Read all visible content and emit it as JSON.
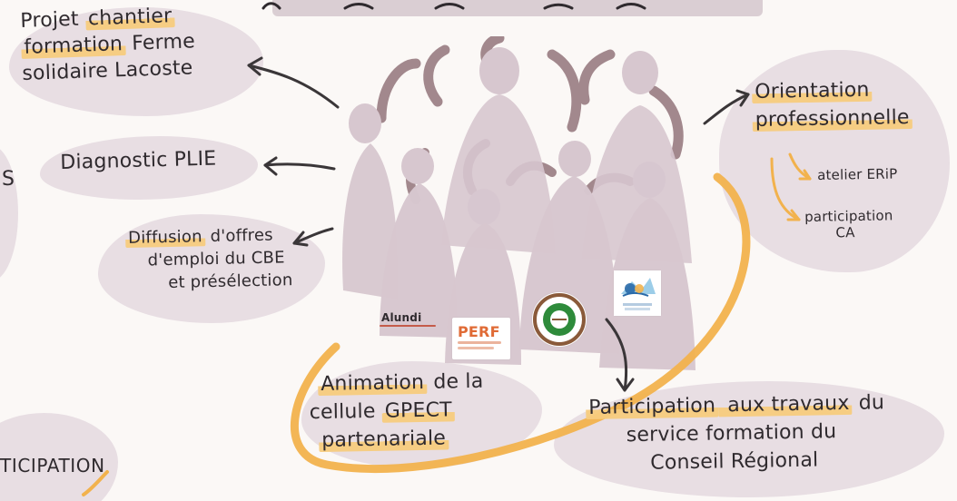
{
  "nodes": {
    "projet": {
      "line1_a": "Projet ",
      "line1_b": "chantier",
      "line2_a": "formation",
      "line2_b": " Ferme",
      "line3": "solidaire Lacoste"
    },
    "diagnostic": {
      "text": "Diagnostic PLIE"
    },
    "diffusion": {
      "line1_a": "Diffusion",
      "line1_b": " d'offres",
      "line2": "d'emploi du CBE",
      "line3": "et présélection"
    },
    "orientation": {
      "line1": "Orientation",
      "line2": "professionnelle",
      "sub1": "atelier ERiP",
      "sub2_line1": "participation",
      "sub2_line2": "CA"
    },
    "animation": {
      "line1_a": "Animation",
      "line1_b": " de la",
      "line2_a": "cellule ",
      "line2_b": "GPECT",
      "line3": "partenariale"
    },
    "participation_travaux": {
      "line1_a": "Participation",
      "line1_b": " aux travaux",
      "line1_c": " du",
      "line2": "service formation du",
      "line3": "Conseil Régional"
    },
    "participation_left": {
      "text": "TICIPATION"
    },
    "left_edge_s": {
      "text": "S"
    }
  },
  "logos": {
    "alundi": {
      "text": "Alundi"
    },
    "perf": {
      "text": "PERF"
    }
  },
  "colors": {
    "background": "#fbf8f6",
    "blob": "#e7dde3",
    "figures": "#d7c7cf",
    "figures_arms": "#a2888d",
    "orange": "#f2b24d",
    "highlight": "#f7cc7e",
    "text": "#2f2a2e",
    "arrow": "#3a3638"
  },
  "icons": {
    "people": "people-group-icon",
    "arrow": "arrow-icon"
  }
}
